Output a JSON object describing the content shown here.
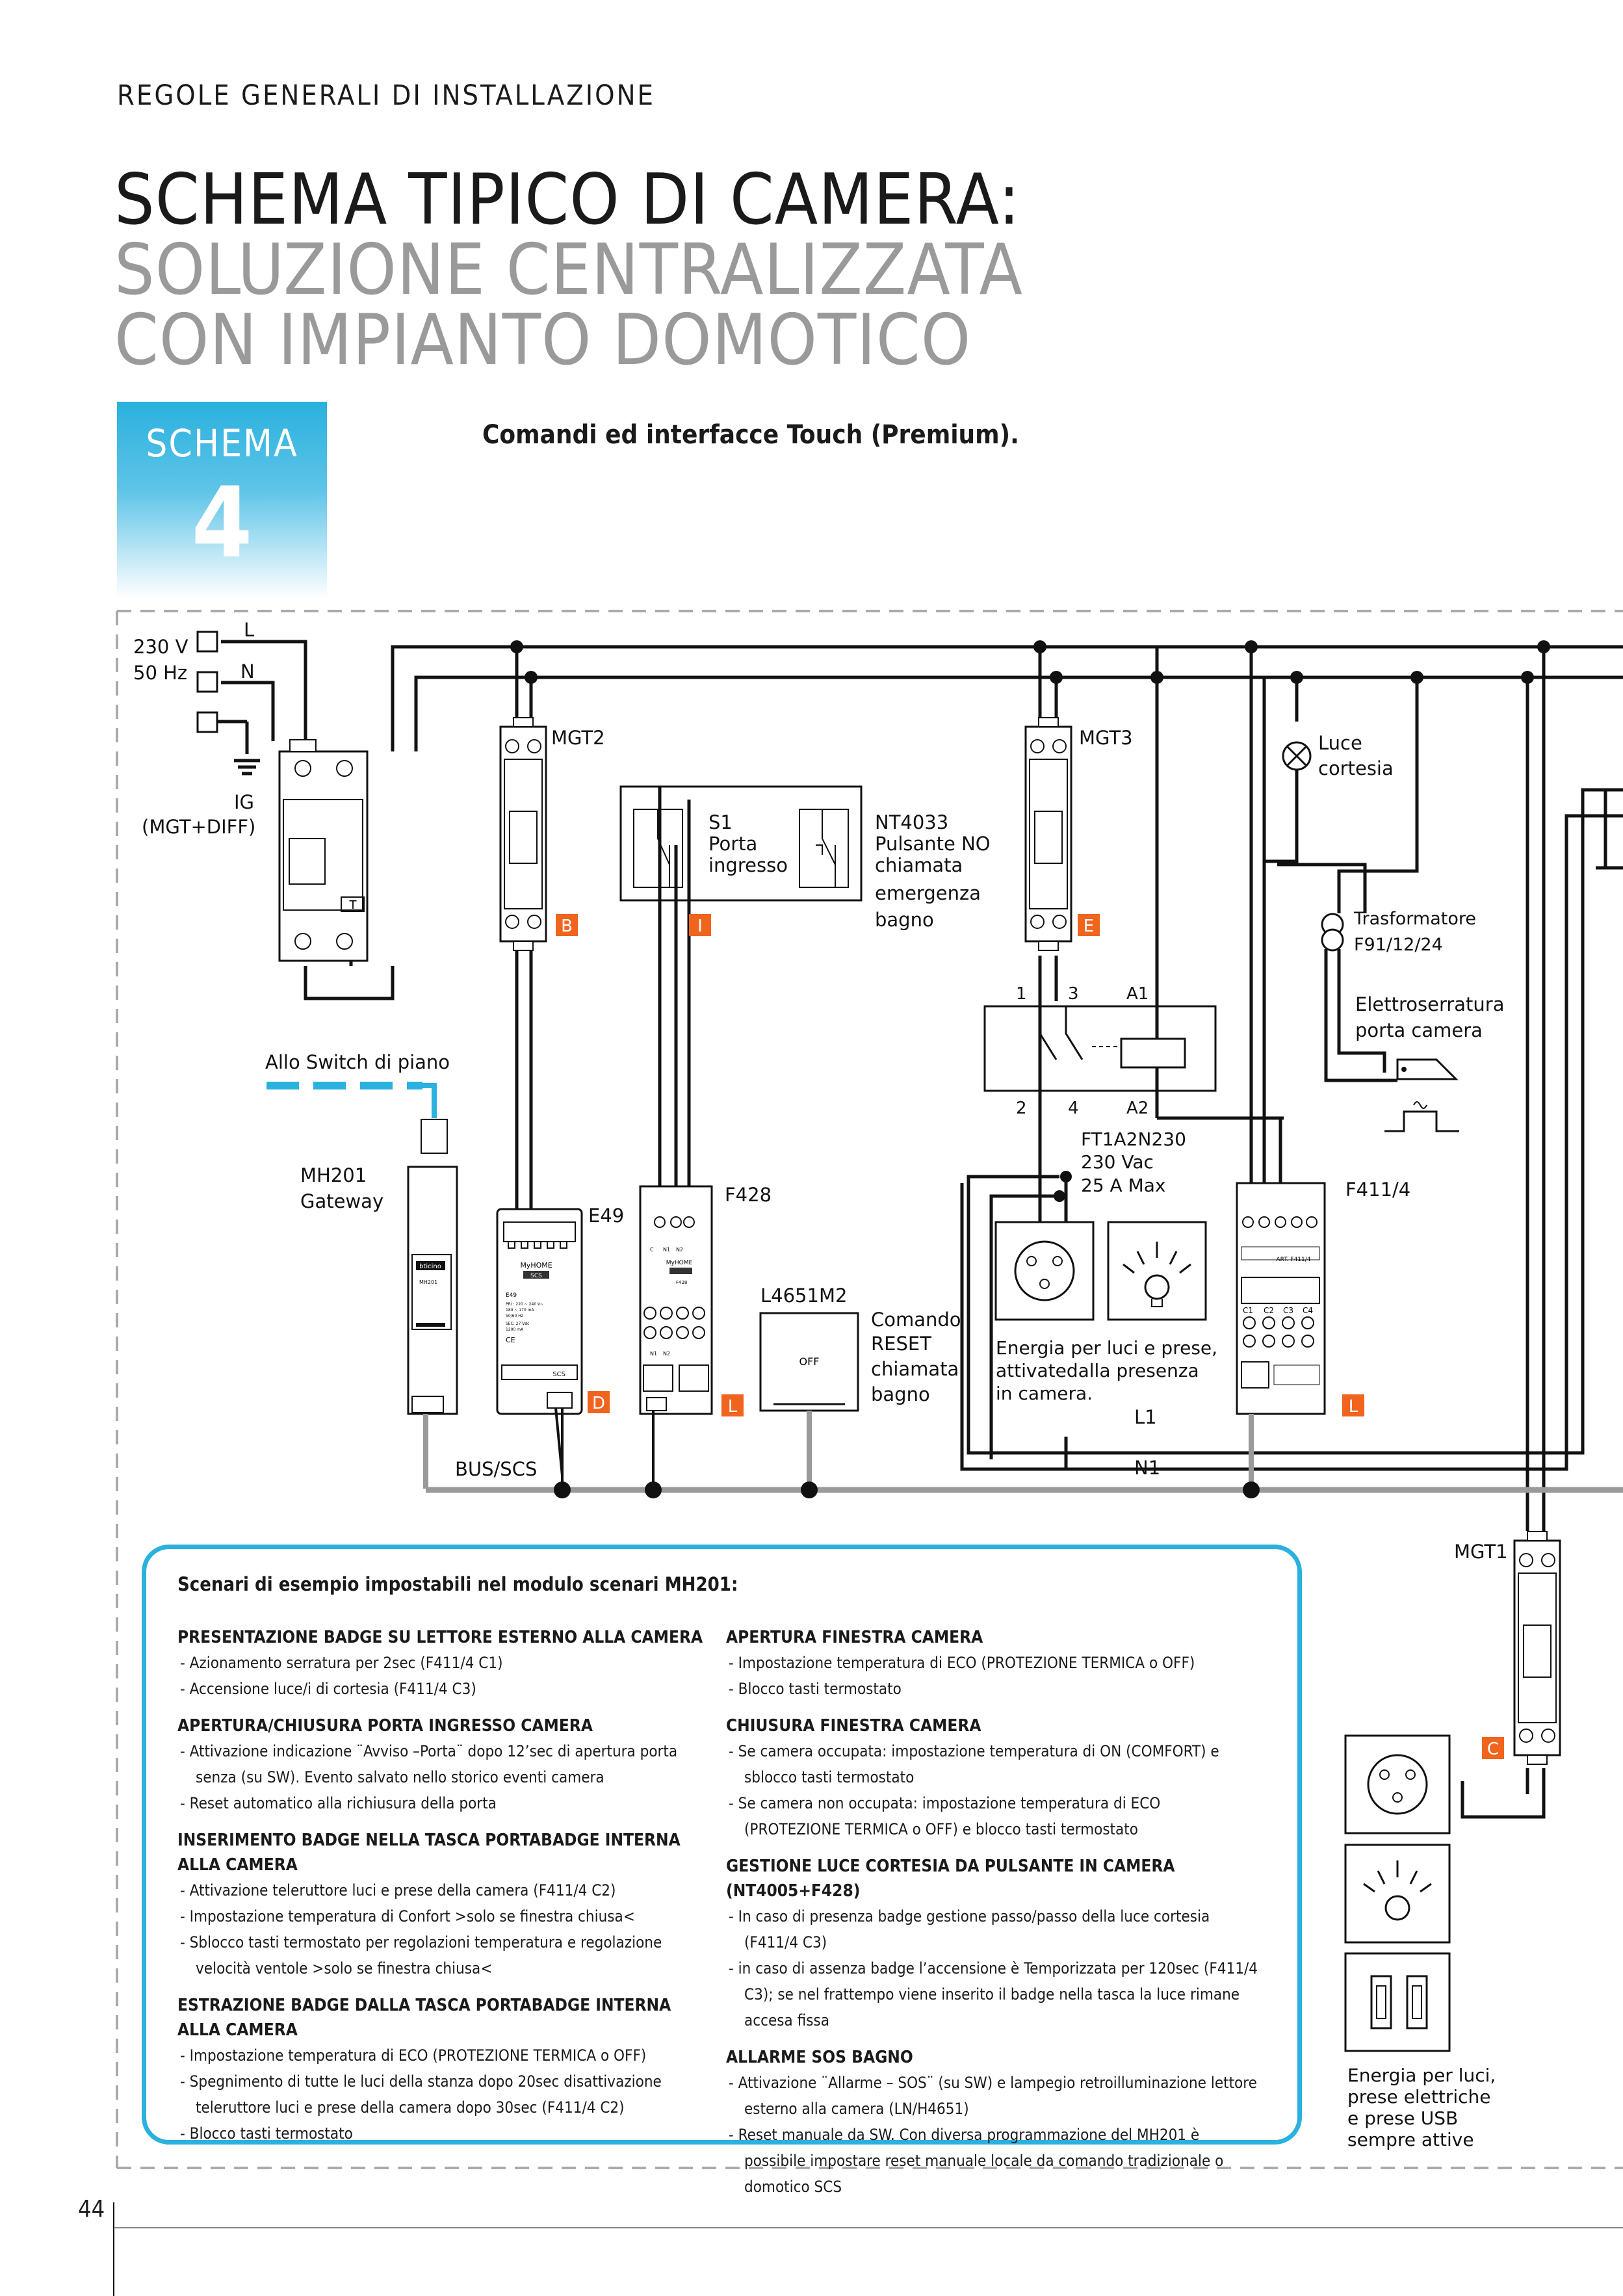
{
  "header": {
    "section": "REGOLE GENERALI DI INSTALLAZIONE",
    "title_line1": "SCHEMA TIPICO DI CAMERA:",
    "title_line2": "SOLUZIONE CENTRALIZZATA",
    "title_line3": "CON IMPIANTO DOMOTICO"
  },
  "schema": {
    "label": "SCHEMA",
    "number": "4"
  },
  "subtitle": "Comandi ed interfacce Touch (Premium).",
  "diagram": {
    "supply": "230 V",
    "freq": "50 Hz",
    "L": "L",
    "N": "N",
    "ig": "IG",
    "ig_sub": "(MGT+DIFF)",
    "mgt2": "MGT2",
    "mgt3": "MGT3",
    "mgt1": "MGT1",
    "s1": "S1",
    "s1_l1": "Porta",
    "s1_l2": "ingresso",
    "nt": "NT4033",
    "nt_l1": "Pulsante NO",
    "nt_l2": "chiamata",
    "nt_l3": "emergenza",
    "nt_l4": "bagno",
    "luce_l1": "Luce",
    "luce_l2": "cortesia",
    "trasf_l1": "Trasformatore",
    "trasf_l2": "F91/12/24",
    "elet_l1": "Elettroserratura",
    "elet_l2": "porta camera",
    "switch": "Allo Switch di piano",
    "mh_l1": "MH201",
    "mh_l2": "Gateway",
    "e49": "E49",
    "f428": "F428",
    "l4651": "L4651M2",
    "off": "OFF",
    "reset_l1": "Comando",
    "reset_l2": "RESET",
    "reset_l3": "chiamata",
    "reset_l4": "bagno",
    "ft_l1": "FT1A2N230",
    "ft_l2": "230 Vac",
    "ft_l3": "25 A Max",
    "c1": "1",
    "c3": "3",
    "a1": "A1",
    "c2": "2",
    "c4": "4",
    "a2": "A2",
    "f411": "F411/4",
    "energia_l1": "Energia per luci e prese,",
    "energia_l2": "attivatedalla presenza",
    "energia_l3": "in camera.",
    "L1": "L1",
    "N1": "N1",
    "bus": "BUS/SCS",
    "tag_b": "B",
    "tag_i": "I",
    "tag_e": "E",
    "tag_d": "D",
    "tag_l1": "L",
    "tag_l2": "L",
    "tag_c": "C",
    "sempre_l1": "Energia per luci,",
    "sempre_l2": "prese elettriche",
    "sempre_l3": "e prese USB",
    "sempre_l4": "sempre attive",
    "dev_t": "T",
    "dev_bticino": "bticino",
    "dev_myhome": "MyHOME",
    "dev_scs": "SCS",
    "dev_mh201": "MH201",
    "dev_e49": "E49",
    "dev_f428": "F428",
    "dev_c": "C",
    "dev_n1": "N1",
    "dev_n2": "N2",
    "dev_art": "ART. F411/4",
    "dev_c1": "C1",
    "dev_c2": "C2",
    "dev_c3": "C3",
    "dev_c4": "C4",
    "e49_spec1": "PRI : 220 ~ 240 V~",
    "e49_spec2": "180 ~ 170 mA",
    "e49_spec3": "50/60 Hz",
    "e49_spec4": "SEC: 27 Vdc",
    "e49_spec5": "1200 mA",
    "e49_ce": "CE"
  },
  "colors": {
    "accent": "#2ab1de",
    "tag": "#f0641e",
    "bus": "#9a9a9a"
  },
  "scenari": {
    "title": "Scenari di esempio impostabili nel modulo scenari MH201:",
    "left": [
      {
        "h": "PRESENTAZIONE BADGE SU LETTORE ESTERNO ALLA CAMERA",
        "items": [
          "- Azionamento serratura per 2sec (F411/4 C1)",
          "- Accensione luce/i di cortesia  (F411/4 C3)"
        ]
      },
      {
        "h": "APERTURA/CHIUSURA PORTA INGRESSO CAMERA",
        "items": [
          "- Attivazione indicazione  ¨Avviso –Porta¨  dopo 12’sec  di apertura porta senza (su SW). Evento salvato nello storico eventi camera",
          "- Reset automatico alla richiusura della porta"
        ]
      },
      {
        "h": "INSERIMENTO BADGE NELLA TASCA PORTABADGE INTERNA ALLA CAMERA",
        "items": [
          "- Attivazione teleruttore luci e prese della camera (F411/4 C2)",
          "- Impostazione temperatura di Confort  >solo se finestra chiusa<",
          "- Sblocco tasti termostato per regolazioni temperatura e regolazione velocità ventole  >solo se finestra chiusa<"
        ]
      },
      {
        "h": "ESTRAZIONE BADGE DALLA TASCA PORTABADGE INTERNA ALLA CAMERA",
        "items": [
          "- Impostazione temperatura di ECO (PROTEZIONE TERMICA o OFF)",
          "- Spegnimento di tutte le luci della stanza dopo 20sec disattivazione teleruttore luci e prese della camera dopo 30sec (F411/4 C2)",
          "- Blocco tasti termostato"
        ]
      }
    ],
    "right": [
      {
        "h": "APERTURA FINESTRA CAMERA",
        "items": [
          "- Impostazione temperatura di ECO (PROTEZIONE TERMICA o OFF)",
          "- Blocco tasti termostato"
        ]
      },
      {
        "h": "CHIUSURA FINESTRA CAMERA",
        "items": [
          "- Se camera occupata: impostazione temperatura di ON (COMFORT) e sblocco tasti termostato",
          "- Se camera non occupata: impostazione temperatura di ECO (PROTEZIONE TERMICA o OFF) e blocco tasti termostato"
        ]
      },
      {
        "h": "GESTIONE LUCE CORTESIA DA PULSANTE IN CAMERA (NT4005+F428)",
        "items": [
          "- In caso di presenza badge gestione passo/passo della luce cortesia (F411/4 C3)",
          "- in caso di assenza badge l’accensione è Temporizzata per 120sec (F411/4 C3); se nel frattempo viene inserito il badge nella tasca la luce rimane accesa fissa"
        ]
      },
      {
        "h": "ALLARME SOS BAGNO",
        "items": [
          "- Attivazione  ¨Allarme – SOS¨ (su SW) e lampegio retroilluminazione lettore esterno alla camera (LN/H4651)",
          "- Reset manuale da SW. Con diversa programmazione del MH201 è possibile impostare reset manuale locale da comando tradizionale o domotico SCS"
        ]
      }
    ]
  },
  "page_number": "44"
}
